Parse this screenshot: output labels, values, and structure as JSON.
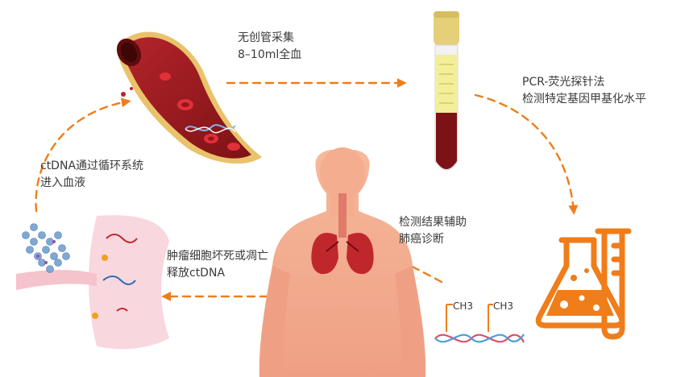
{
  "labels": {
    "collection": {
      "line1": "无创管采集",
      "line2": "8–10ml全血"
    },
    "detection": {
      "line1": "PCR-荧光探针法",
      "line2": "检测特定基因甲基化水平"
    },
    "blood_entry": {
      "line1": "ctDNA通过循环系统",
      "line2": "进入血液"
    },
    "release": {
      "line1": "肿瘤细胞坏死或凋亡",
      "line2": "释放ctDNA"
    },
    "diagnosis": {
      "line1": "检测结果辅助",
      "line2": "肺癌诊断"
    },
    "methyl_left": "CH3",
    "methyl_right": "CH3"
  },
  "colors": {
    "arrow": "#ef7d1a",
    "blood_dark": "#8e1518",
    "blood_red": "#c0272d",
    "vessel_wall": "#e9c36b",
    "tube_cap": "#e5cf78",
    "tube_label": "#f3ee9a",
    "body_skin": "#f2a98a",
    "lung": "#c0272d",
    "lab_icon": "#ef7d1a",
    "tissue": "#f8d7de",
    "text": "#3a3a3a"
  },
  "icons": [
    "blood-vessel-icon",
    "blood-tube-icon",
    "lab-flask-icon",
    "human-body-icon",
    "tissue-cells-icon",
    "dna-methylation-icon"
  ]
}
